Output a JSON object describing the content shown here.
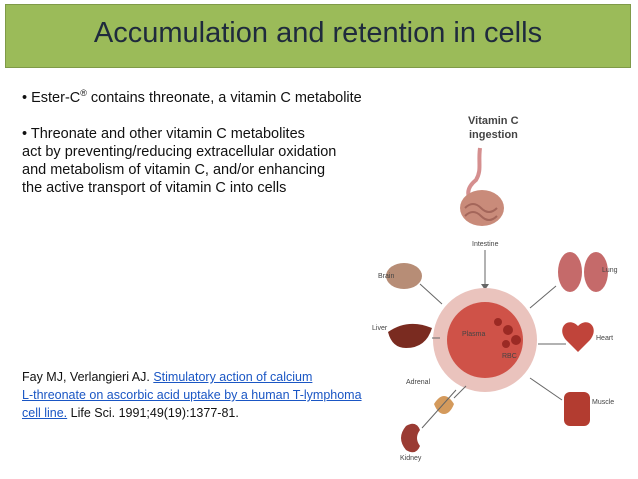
{
  "slide": {
    "title": "Accumulation and retention in cells",
    "bullet1_prefix": "• Ester-C",
    "bullet1_reg": "®",
    "bullet1_rest": " contains threonate, a vitamin C metabolite",
    "bullet2_lines": [
      "• Threonate and other vitamin C metabolites",
      " act by preventing/reducing extracellular oxidation",
      " and metabolism of vitamin C, and/or enhancing",
      " the active transport of vitamin C into cells"
    ],
    "reference": {
      "authors": "Fay MJ, Verlangieri AJ. ",
      "link_line1": "Stimulatory action of calcium",
      "link_line2": "L-threonate on ascorbic acid uptake by a human T-lymphoma",
      "link_line3": " cell line.",
      "citation": " Life Sci. 1991;49(19):1377-81."
    }
  },
  "figure": {
    "title_line1": "Vitamin C",
    "title_line2": "ingestion",
    "intestine": "Intestine",
    "brain": "Brain",
    "lung": "Lung",
    "liver": "Liver",
    "heart": "Heart",
    "adrenal": "Adrenal",
    "muscle": "Muscle",
    "kidney": "Kidney",
    "plasma": "Plasma",
    "rbc": "RBC",
    "colors": {
      "title_bar": "#9bbb59",
      "title_text": "#1f2a3d",
      "link": "#1a56c4",
      "circle_outer": "#e9b7b1",
      "circle_inner": "#c94a40"
    }
  }
}
